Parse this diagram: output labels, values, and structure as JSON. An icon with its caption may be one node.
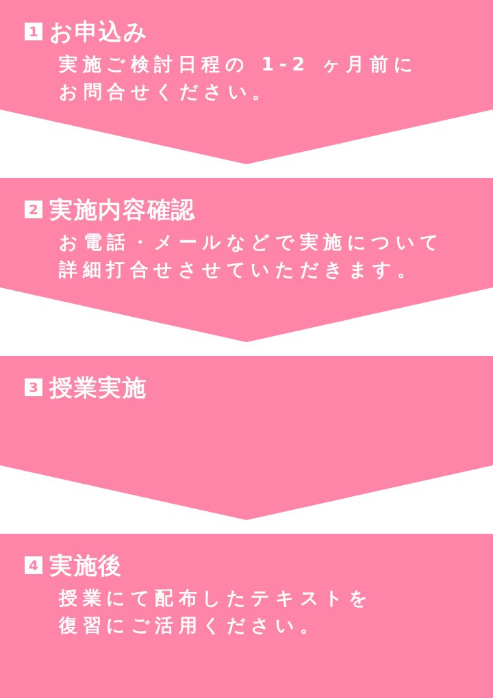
{
  "diagram": {
    "nodes": [
      {
        "text": [
          "1",
          "お申込み",
          "実施ご検討日程の 1-2 ヶ月前にお問合せください。"
        ]
      },
      {
        "text": [
          "2",
          "実施内容確認",
          "お電話・メールなどで実施について詳細打合せさせていただきます。"
        ]
      },
      {
        "text": [
          "3",
          "授業実施"
        ]
      },
      {
        "text": [
          "4",
          "実施後",
          "授業にて配布したテキストを復習にご活用ください。"
        ]
      }
    ],
    "edges": [
      {
        "from": 0,
        "to": 1,
        "arrow": "to"
      },
      {
        "from": 1,
        "to": 2,
        "arrow": "to"
      },
      {
        "from": 2,
        "to": 3,
        "arrow": "to"
      }
    ]
  }
}
